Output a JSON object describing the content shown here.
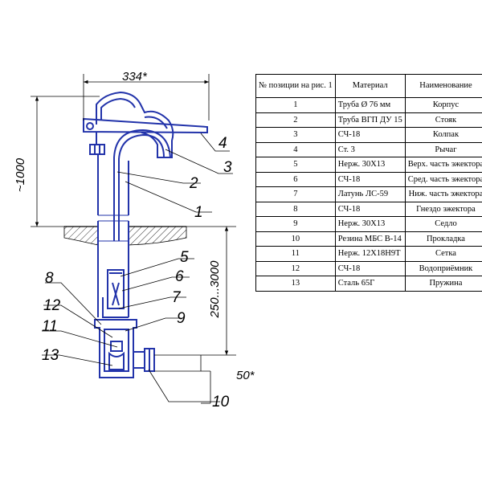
{
  "dimensions": {
    "width": "334*",
    "height": "~1000",
    "depth": "250...3000",
    "offset": "50*"
  },
  "positions": [
    "1",
    "2",
    "3",
    "4",
    "5",
    "6",
    "7",
    "8",
    "9",
    "10",
    "11",
    "12",
    "13"
  ],
  "table": {
    "headers": [
      "№ позиции на рис. 1",
      "Материал",
      "Наименование"
    ],
    "rows": [
      [
        "1",
        "Труба Ø 76 мм",
        "Корпус"
      ],
      [
        "2",
        "Труба ВГП ДУ 15",
        "Стояк"
      ],
      [
        "3",
        "СЧ-18",
        "Колпак"
      ],
      [
        "4",
        "Ст. 3",
        "Рычаг"
      ],
      [
        "5",
        "Нерж. 30Х13",
        "Верх. часть эжектора"
      ],
      [
        "6",
        "СЧ-18",
        "Сред. часть эжектора"
      ],
      [
        "7",
        "Латунь ЛС-59",
        "Ниж. часть эжектора"
      ],
      [
        "8",
        "СЧ-18",
        "Гнездо эжектора"
      ],
      [
        "9",
        "Нерж. 30Х13",
        "Седло"
      ],
      [
        "10",
        "Резина МБС В-14",
        "Прокладка"
      ],
      [
        "11",
        "Нерж. 12Х18Н9Т",
        "Сетка"
      ],
      [
        "12",
        "СЧ-18",
        "Водоприёмник"
      ],
      [
        "13",
        "Сталь 65Г",
        "Пружина"
      ]
    ]
  },
  "colors": {
    "body": "#2233aa",
    "lines": "#000000"
  }
}
